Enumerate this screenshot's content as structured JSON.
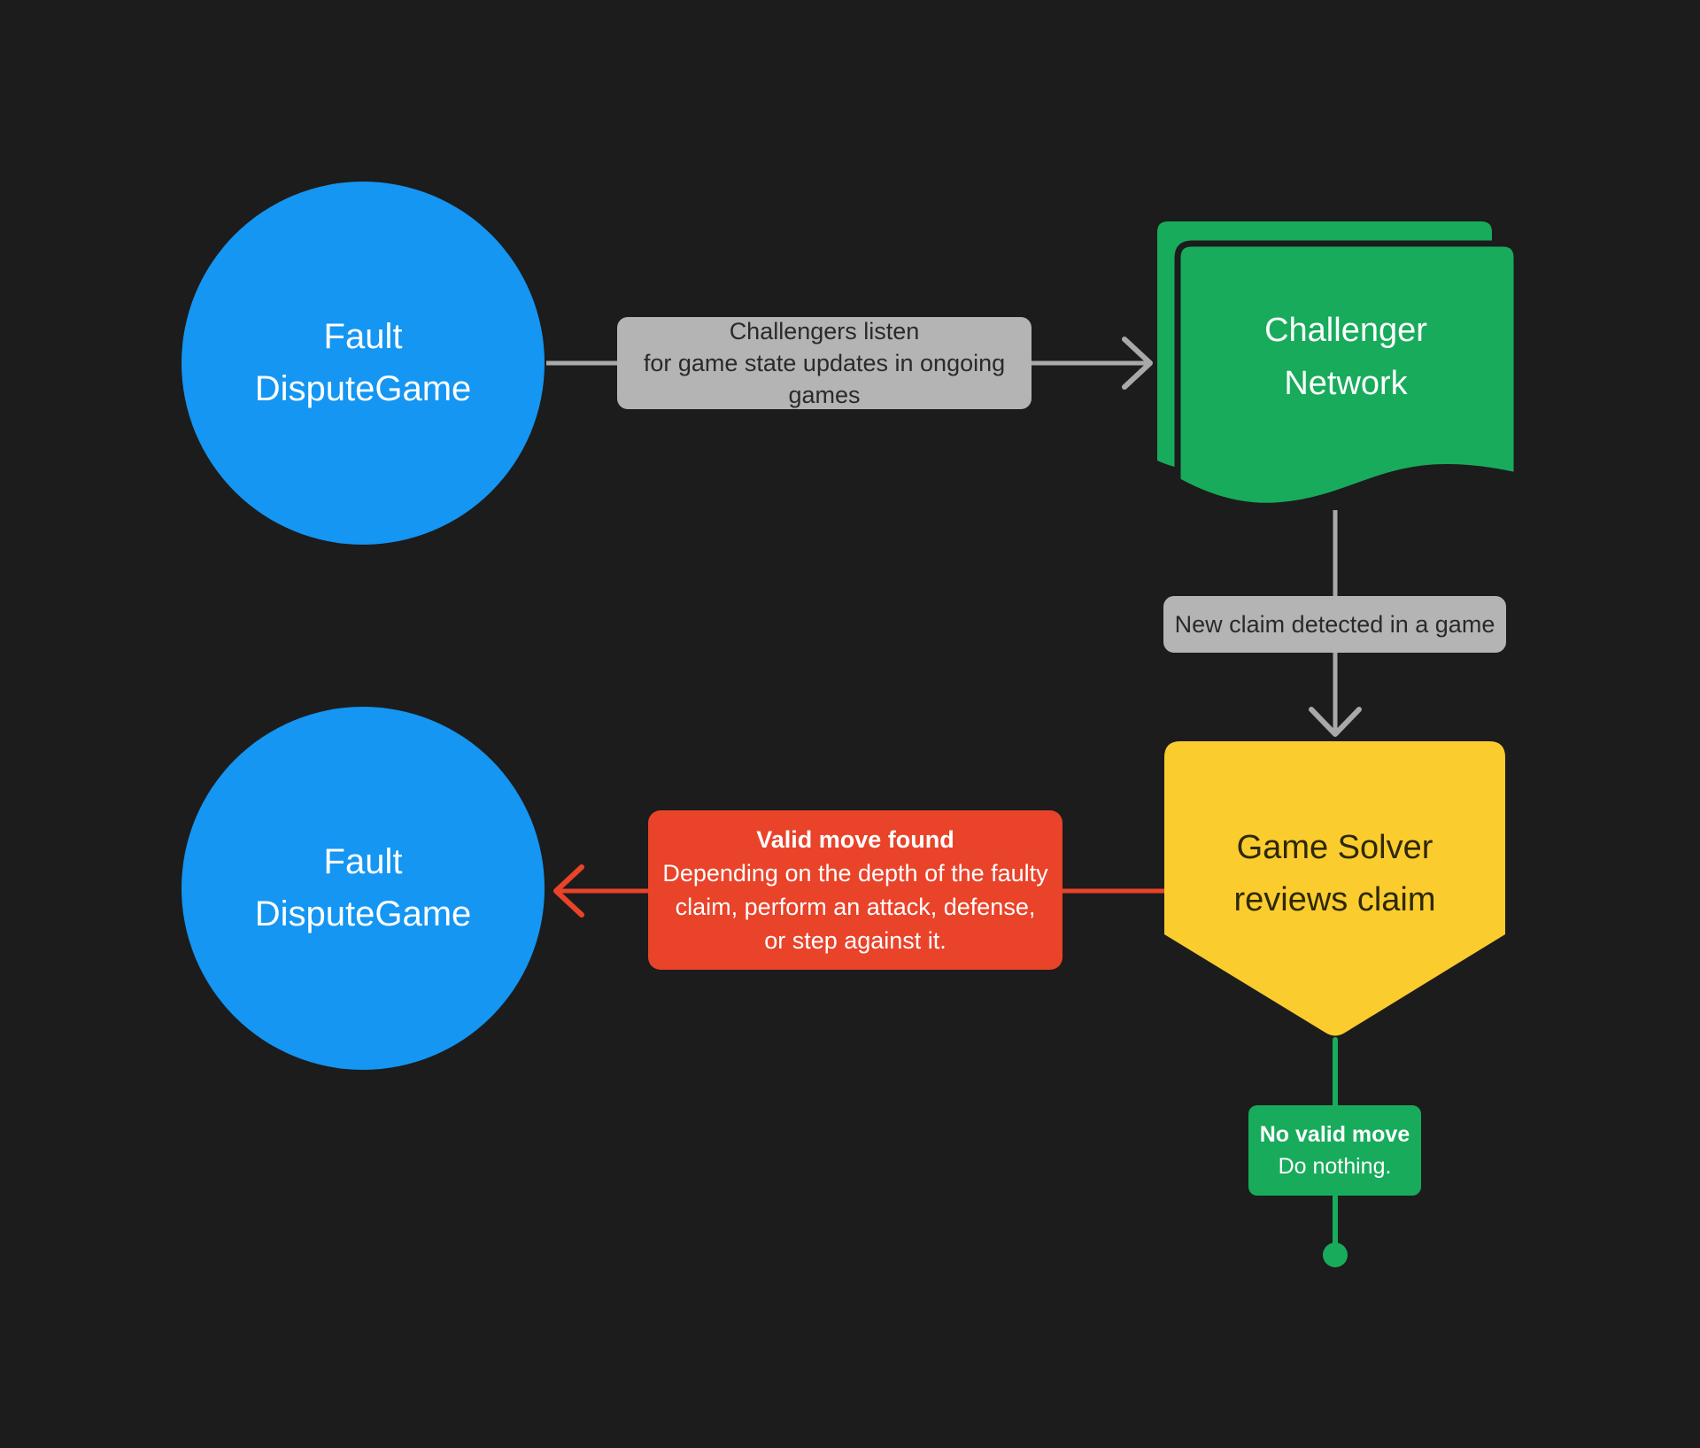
{
  "colors": {
    "background": "#1c1c1c",
    "blue": "#1496f2",
    "green": "#18ab5c",
    "yellow": "#facc2e",
    "red": "#e9432a",
    "gray_label_bg": "#b4b4b4",
    "gray_label_text": "#2a2a2a",
    "arrow_gray": "#a9a9a9",
    "yellow_text": "#2e2806",
    "white": "#ffffff"
  },
  "nodes": {
    "fault_top": {
      "lines": [
        "Fault",
        "DisputeGame"
      ]
    },
    "challenger_network": {
      "lines": [
        "Challenger",
        "Network"
      ]
    },
    "game_solver": {
      "lines": [
        "Game Solver",
        "reviews claim"
      ]
    },
    "fault_bottom": {
      "lines": [
        "Fault",
        "DisputeGame"
      ]
    }
  },
  "labels": {
    "challengers_listen": {
      "lines": [
        "Challengers listen",
        "for game state updates in ongoing games"
      ]
    },
    "new_claim": {
      "text": "New claim detected in a game"
    },
    "valid_move": {
      "title": "Valid move found",
      "lines": [
        "Depending on the depth of the faulty",
        "claim, perform an attack, defense,",
        "or step against it."
      ]
    },
    "no_valid_move": {
      "title": "No valid move",
      "body": "Do nothing."
    }
  }
}
